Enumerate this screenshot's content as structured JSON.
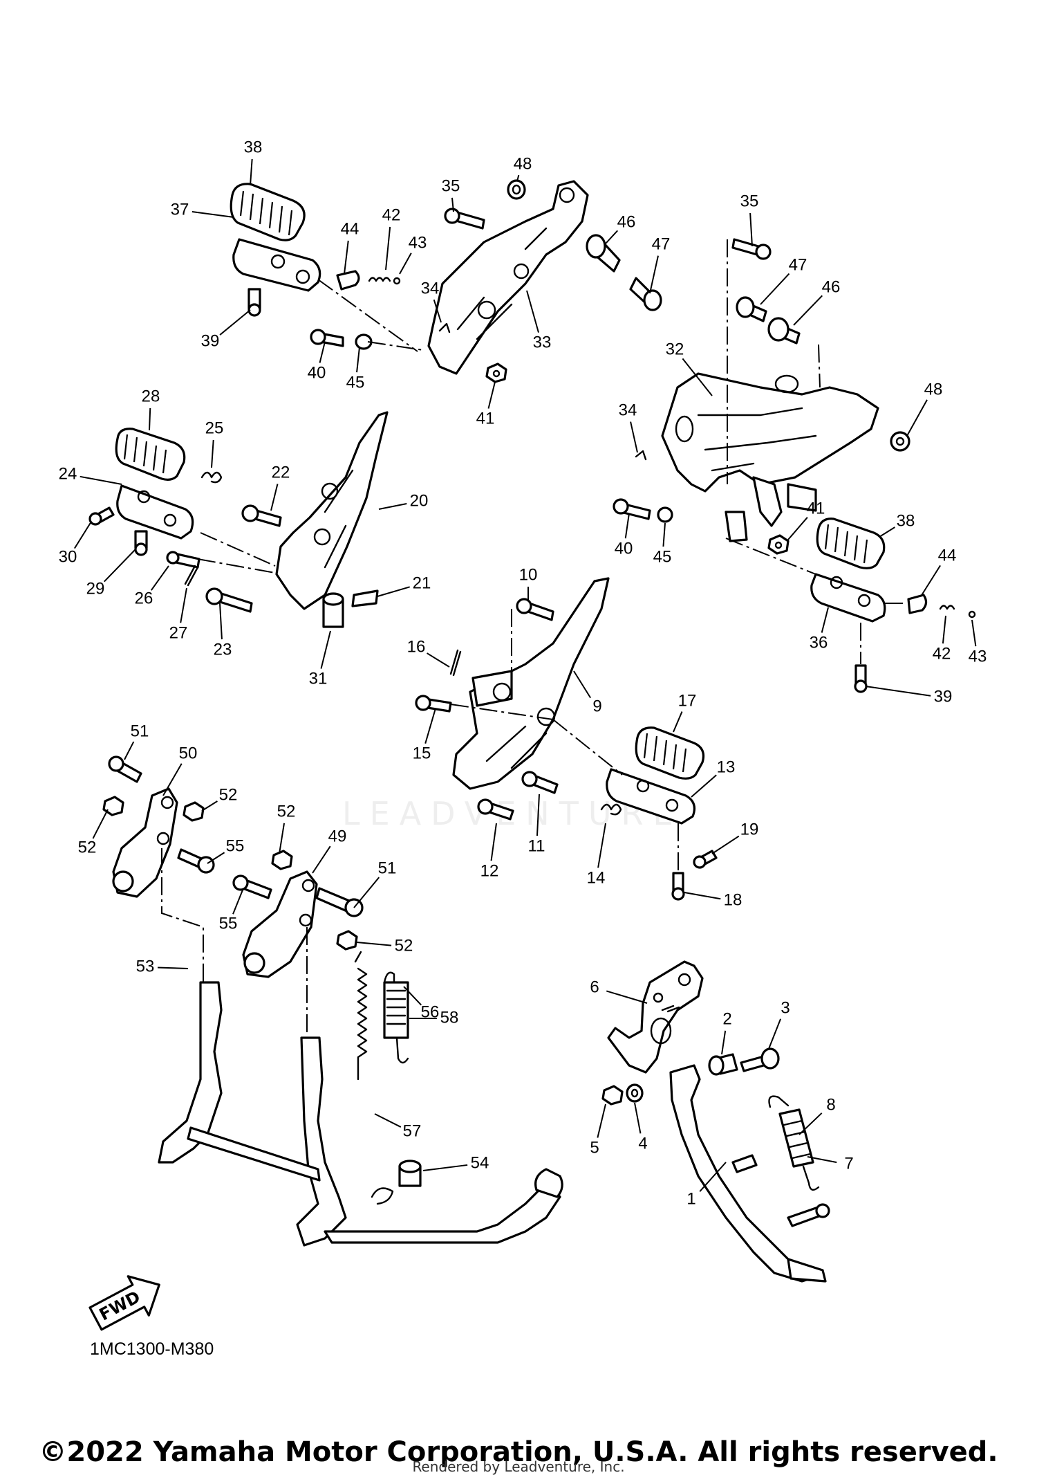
{
  "diagram": {
    "drawing_code": "1MC1300-M380",
    "fwd_label": "FWD",
    "watermark": "LEADVENTURE",
    "callouts": [
      "1",
      "2",
      "3",
      "4",
      "5",
      "6",
      "7",
      "8",
      "9",
      "10",
      "11",
      "12",
      "13",
      "14",
      "15",
      "16",
      "17",
      "18",
      "19",
      "20",
      "21",
      "22",
      "23",
      "24",
      "25",
      "26",
      "27",
      "28",
      "29",
      "30",
      "31",
      "32",
      "33",
      "34",
      "35",
      "36",
      "37",
      "38",
      "39",
      "40",
      "41",
      "42",
      "43",
      "44",
      "45",
      "46",
      "47",
      "48",
      "49",
      "50",
      "51",
      "52",
      "53",
      "54",
      "55",
      "56",
      "57",
      "58"
    ]
  },
  "footer": {
    "copyright": "©2022 Yamaha Motor Corporation, U.S.A. All rights reserved.",
    "rendered_by": "Rendered by Leadventure, Inc."
  }
}
